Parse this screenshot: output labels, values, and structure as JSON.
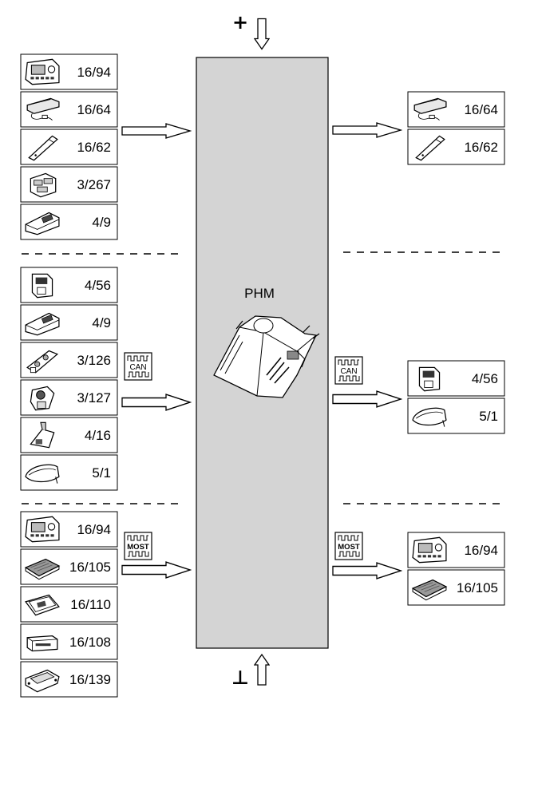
{
  "center": {
    "label": "PHM",
    "fill": "#d4d4d4"
  },
  "power": {
    "plus": "+",
    "ground": "⊥"
  },
  "buses": {
    "can": "CAN",
    "most": "MOST"
  },
  "left_groups": [
    {
      "items": [
        {
          "icon": "control-panel-icon",
          "label": "16/94"
        },
        {
          "icon": "handset-cradle-icon",
          "label": "16/64"
        },
        {
          "icon": "handset-icon",
          "label": "16/62"
        },
        {
          "icon": "switch-block-icon",
          "label": "3/267"
        },
        {
          "icon": "control-unit-icon",
          "label": "4/9"
        }
      ]
    },
    {
      "items": [
        {
          "icon": "switch-module-icon",
          "label": "4/56"
        },
        {
          "icon": "control-unit-icon",
          "label": "4/9"
        },
        {
          "icon": "switch-panel-icon",
          "label": "3/126"
        },
        {
          "icon": "switch-knob-icon",
          "label": "3/127"
        },
        {
          "icon": "lever-switch-icon",
          "label": "4/16"
        },
        {
          "icon": "console-cover-icon",
          "label": "5/1"
        }
      ]
    },
    {
      "items": [
        {
          "icon": "control-panel-icon",
          "label": "16/94"
        },
        {
          "icon": "circuit-board-icon",
          "label": "16/105"
        },
        {
          "icon": "antenna-module-icon",
          "label": "16/110"
        },
        {
          "icon": "cd-drive-icon",
          "label": "16/108"
        },
        {
          "icon": "bracket-module-icon",
          "label": "16/139"
        }
      ]
    }
  ],
  "right_groups": [
    {
      "items": [
        {
          "icon": "handset-cradle-icon",
          "label": "16/64"
        },
        {
          "icon": "handset-icon",
          "label": "16/62"
        }
      ]
    },
    {
      "items": [
        {
          "icon": "switch-module-icon",
          "label": "4/56"
        },
        {
          "icon": "console-cover-icon",
          "label": "5/1"
        }
      ]
    },
    {
      "items": [
        {
          "icon": "control-panel-icon",
          "label": "16/94"
        },
        {
          "icon": "circuit-board-icon",
          "label": "16/105"
        }
      ]
    }
  ]
}
